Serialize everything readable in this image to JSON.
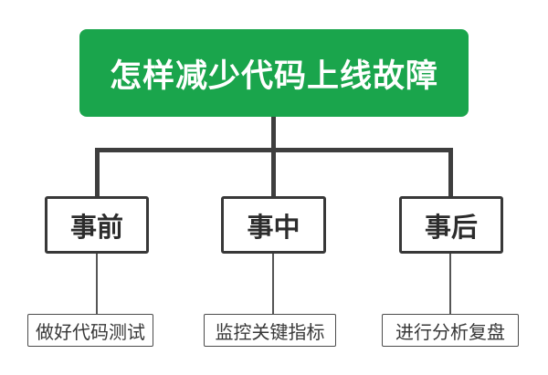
{
  "diagram": {
    "title": "怎样减少代码上线故障",
    "root": {
      "label": "怎样减少代码上线故障"
    },
    "branches": [
      {
        "label": "事前",
        "child": {
          "label": "做好代码测试"
        }
      },
      {
        "label": "事中",
        "child": {
          "label": "监控关键指标"
        }
      },
      {
        "label": "事后",
        "child": {
          "label": "进行分析复盘"
        }
      }
    ],
    "colors": {
      "background": "#FFFFFF",
      "root_bg": "#1AA54C",
      "root_text": "#FFFFFF",
      "connector_thick": "#3E3E3E",
      "connector_thin": "#555555",
      "branch_border": "#383838",
      "branch_text": "#2C2C2C",
      "leaf_border": "#4C4C4C",
      "leaf_text": "#383838"
    }
  }
}
